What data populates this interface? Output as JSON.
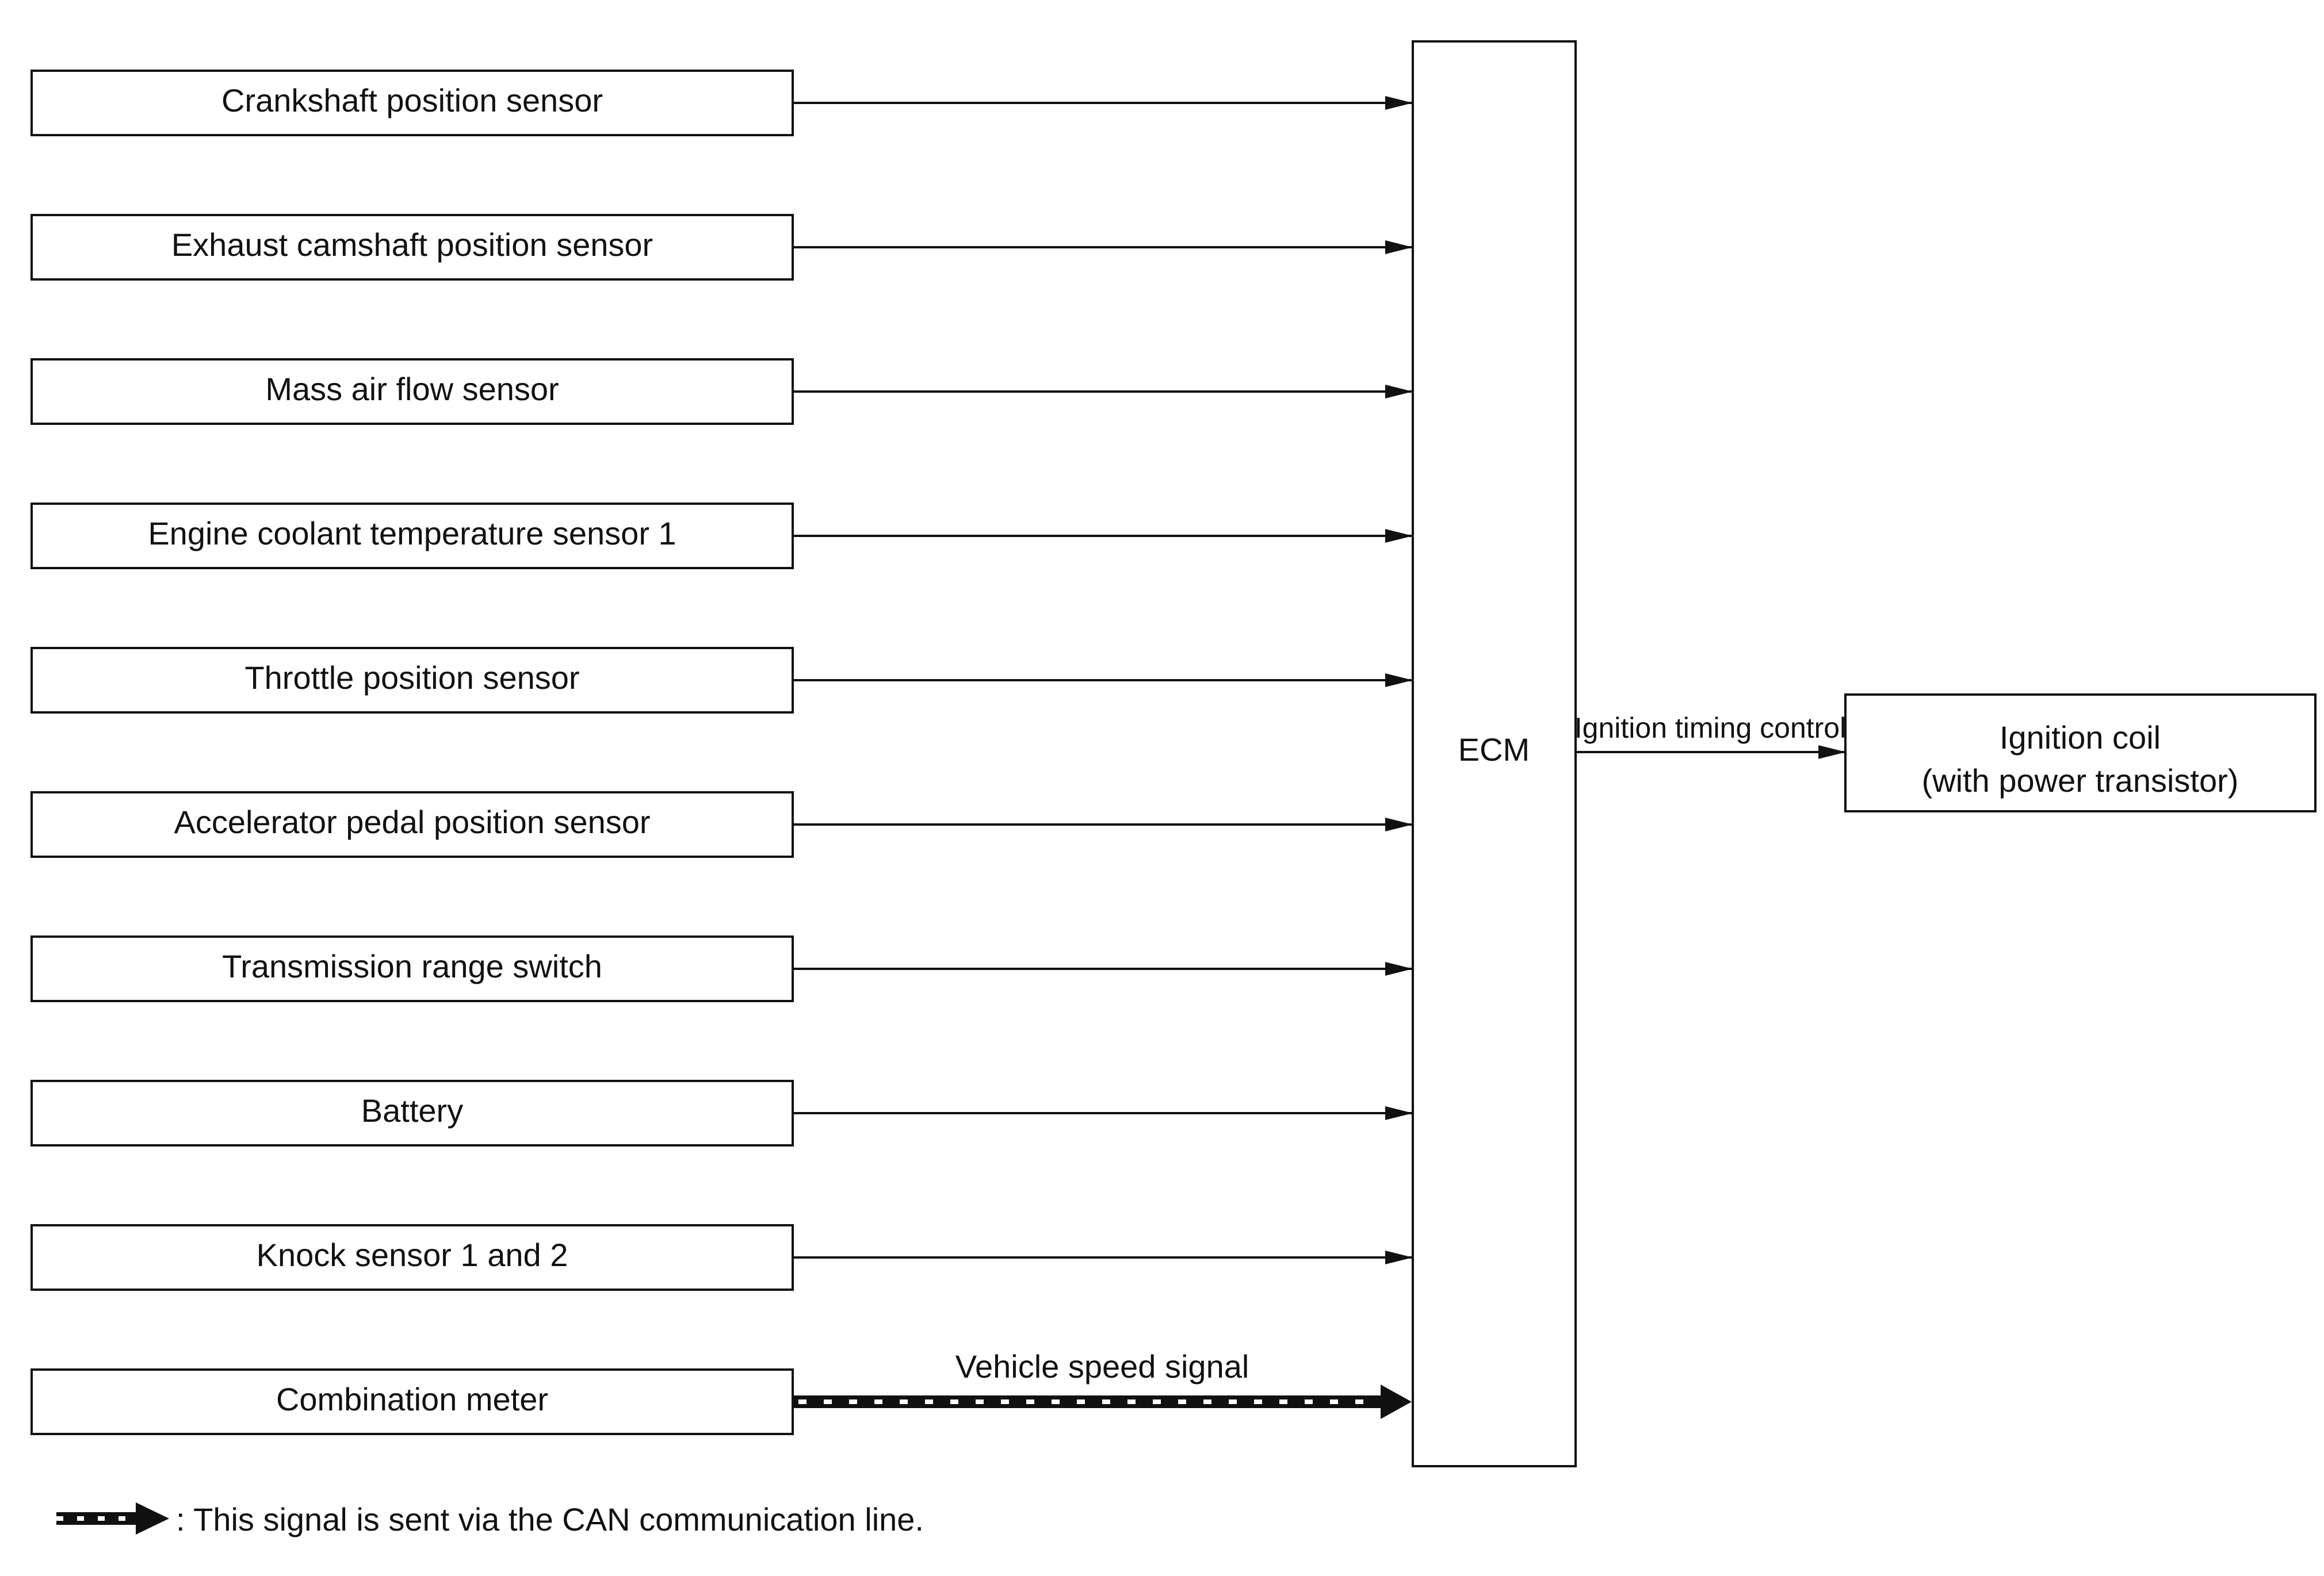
{
  "inputs": [
    {
      "label": "Crankshaft position sensor",
      "line": "solid"
    },
    {
      "label": "Exhaust camshaft position sensor",
      "line": "solid"
    },
    {
      "label": "Mass air flow sensor",
      "line": "solid"
    },
    {
      "label": "Engine coolant temperature sensor 1",
      "line": "solid"
    },
    {
      "label": "Throttle position sensor",
      "line": "solid"
    },
    {
      "label": "Accelerator pedal position sensor",
      "line": "solid"
    },
    {
      "label": "Transmission range switch",
      "line": "solid"
    },
    {
      "label": "Battery",
      "line": "solid"
    },
    {
      "label": "Knock sensor 1 and 2",
      "line": "solid"
    },
    {
      "label": "Combination meter",
      "line": "can",
      "signal_label": "Vehicle speed signal"
    }
  ],
  "ecm": {
    "label": "ECM"
  },
  "output": {
    "connector_label": "Ignition timing control",
    "line1": "Ignition coil",
    "line2": "(with power transistor)"
  },
  "legend": {
    "text": ": This signal is sent via the CAN communication line."
  }
}
